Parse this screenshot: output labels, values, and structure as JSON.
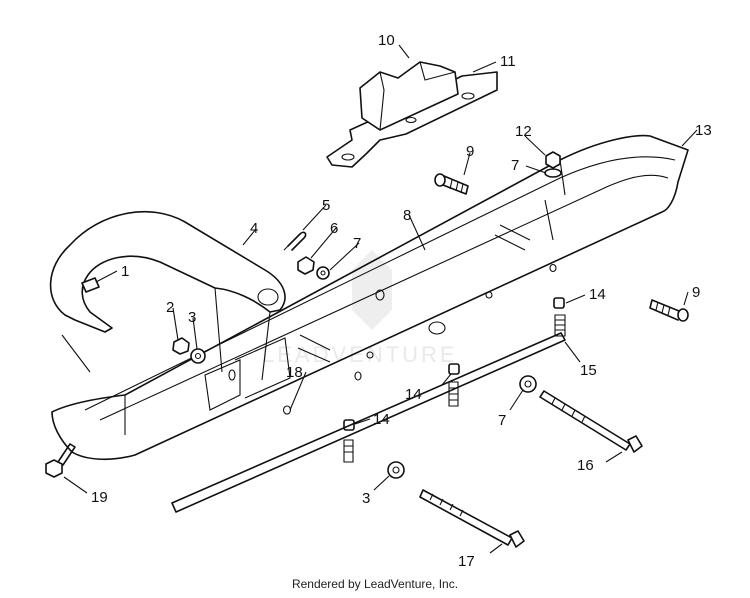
{
  "callouts": [
    "1",
    "2",
    "3",
    "4",
    "5",
    "6",
    "7",
    "8",
    "9",
    "10",
    "11",
    "12",
    "13",
    "14",
    "15",
    "16",
    "17",
    "18",
    "19"
  ],
  "watermark": "LEADVENTURE",
  "credit": "Rendered by LeadVenture, Inc."
}
